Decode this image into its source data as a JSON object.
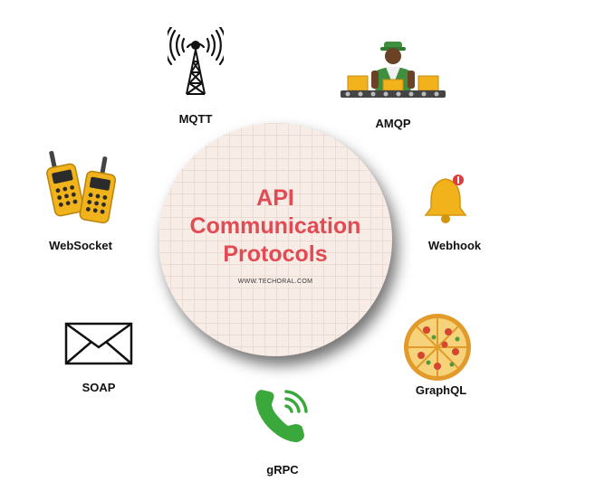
{
  "center": {
    "title_lines": [
      "API",
      "Communication",
      "Protocols"
    ],
    "url": "WWW.TECHORAL.COM"
  },
  "protocols": {
    "mqtt": {
      "label": "MQTT",
      "icon": "radio-tower-icon"
    },
    "amqp": {
      "label": "AMQP",
      "icon": "conveyor-worker-icon"
    },
    "webhook": {
      "label": "Webhook",
      "icon": "notification-bell-icon"
    },
    "graphql": {
      "label": "GraphQL",
      "icon": "pizza-icon"
    },
    "grpc": {
      "label": "gRPC",
      "icon": "phone-call-icon"
    },
    "soap": {
      "label": "SOAP",
      "icon": "envelope-icon"
    },
    "websocket": {
      "label": "WebSocket",
      "icon": "walkie-talkie-icon"
    }
  },
  "colors": {
    "title": "#e24b54",
    "circle": "#f8ece6",
    "phone": "#3aa83a",
    "bell": "#f2b21b",
    "badge": "#e23b3b",
    "walkie": "#f1b31c"
  }
}
